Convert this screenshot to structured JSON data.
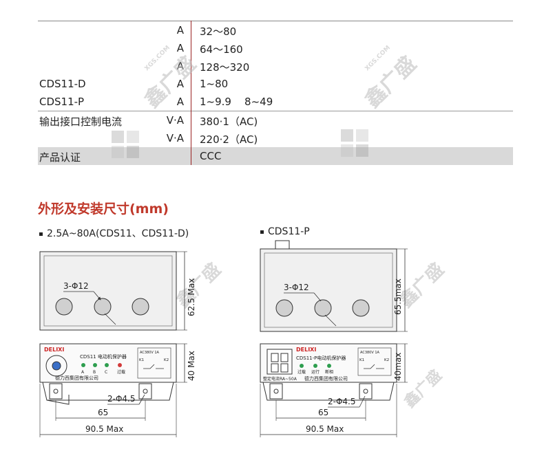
{
  "spec_table": {
    "rows": [
      {
        "label": "",
        "unit": "A",
        "value": "32～80"
      },
      {
        "label": "",
        "unit": "A",
        "value": "64～160"
      },
      {
        "label": "",
        "unit": "A",
        "value": "128～320"
      },
      {
        "label": "CDS11-D",
        "unit": "A",
        "value": "1~80"
      },
      {
        "label": "CDS11-P",
        "unit": "A",
        "value": "1~9.9    8~49"
      },
      {
        "label": "输出接口控制电流",
        "unit": "V·A",
        "value": "380·1（AC)"
      },
      {
        "label": "",
        "unit": "V·A",
        "value": "220·2（AC)"
      },
      {
        "label": "产品认证",
        "unit": "",
        "value": "CCC"
      }
    ]
  },
  "section": {
    "title": "外形及安装尺寸(mm)",
    "left_label": "2.5A~80A(CDS11、CDS11-D)",
    "right_label": "CDS11-P"
  },
  "drawing_left": {
    "hole_label": "3-Φ12",
    "height_top": "62.5 Max",
    "height_bottom": "40 Max",
    "mount_holes": "2-Φ4.5",
    "width_inner": "65",
    "width_outer": "90.5 Max",
    "brand": "DELIXI",
    "product": "CDS11 电动机保护器",
    "leds": [
      "A",
      "B",
      "C",
      "过载"
    ],
    "spec_text": "AC380V 1A",
    "contact_left": "K1",
    "contact_right": "K2",
    "company": "德力西集团有限公司"
  },
  "drawing_right": {
    "hole_label": "3-Φ12",
    "height_top": "65.5max",
    "height_bottom": "40max",
    "mount_holes": "2-Φ4.5",
    "width_inner": "65",
    "width_outer": "90.5 Max",
    "brand": "DELIXI",
    "product": "CDS11-P电动机保护器",
    "leds": [
      "过载",
      "运行",
      "断相"
    ],
    "setting_text": "整定电流RA~50A",
    "spec_text": "AC380V 1A",
    "contact_left": "K1",
    "contact_right": "K2",
    "company": "德力西集团有限公司"
  },
  "watermark": {
    "text": "鑫广盛",
    "url": "XGS.COM"
  },
  "colors": {
    "title_red": "#c0392b",
    "table_rule": "#9a2222",
    "shade": "#d9d9d9",
    "brand_red": "#cc2222",
    "led_green": "#2e9e4f",
    "led_red": "#d23a3a"
  }
}
